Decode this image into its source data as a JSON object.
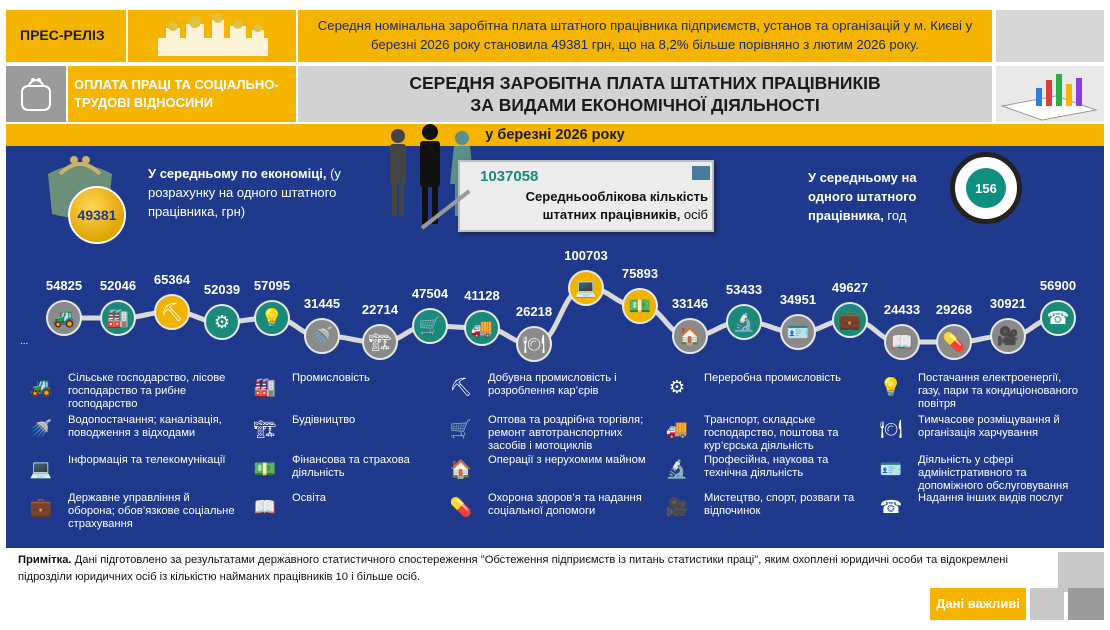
{
  "header": {
    "press_label": "ПРЕС-РЕЛІЗ",
    "message": "Середня номінальна заробітна плата штатного працівника підприємств, установ та організацій у м. Києві у березні 2026 року становила 49381 грн, що на 8,2% більше порівняно з лютим 2026 року.",
    "section": "ОПЛАТА ПРАЦІ ТА СОЦІАЛЬНО-ТРУДОВІ ВІДНОСИНИ",
    "title_line1": "СЕРЕДНЯ ЗАРОБІТНА ПЛАТА ШТАТНИХ ПРАЦІВНИКІВ",
    "title_line2": "ЗА ВИДАМИ ЕКОНОМІЧНОЇ ДІЯЛЬНОСТІ",
    "period": "у березні 2026 року"
  },
  "summary": {
    "avg_wage": "49381",
    "avg_wage_bold": "У середньому по економіці,",
    "avg_wage_text": " (у розрахунку на одного штатного працівника, грн)",
    "headcount": "1037058",
    "headcount_label": "Середньооблікова кількість штатних працівників,",
    "headcount_unit": " осіб",
    "hours": "156",
    "hours_bold": "У середньому на одного штатного працівника,",
    "hours_unit": " год"
  },
  "activities": [
    {
      "value": "54825",
      "icon": "tractor-icon",
      "glyph": "🚜",
      "style": "gray"
    },
    {
      "value": "52046",
      "icon": "factory-icon",
      "glyph": "🏭",
      "style": "teal"
    },
    {
      "value": "65364",
      "icon": "mining-cart-icon",
      "glyph": "⛏",
      "style": "gold"
    },
    {
      "value": "52039",
      "icon": "gears-icon",
      "glyph": "⚙",
      "style": "teal"
    },
    {
      "value": "57095",
      "icon": "lightbulb-icon",
      "glyph": "💡",
      "style": "teal"
    },
    {
      "value": "31445",
      "icon": "shower-icon",
      "glyph": "🚿",
      "style": "gray"
    },
    {
      "value": "22714",
      "icon": "crane-icon",
      "glyph": "🏗",
      "style": "gray"
    },
    {
      "value": "47504",
      "icon": "cart-icon",
      "glyph": "🛒",
      "style": "teal"
    },
    {
      "value": "41128",
      "icon": "truck-icon",
      "glyph": "🚚",
      "style": "teal"
    },
    {
      "value": "26218",
      "icon": "food-tray-icon",
      "glyph": "🍽",
      "style": "gray"
    },
    {
      "value": "100703",
      "icon": "computer-icon",
      "glyph": "💻",
      "style": "gold"
    },
    {
      "value": "75893",
      "icon": "money-icon",
      "glyph": "💵",
      "style": "gold"
    },
    {
      "value": "33146",
      "icon": "house-icon",
      "glyph": "🏠",
      "style": "gray"
    },
    {
      "value": "53433",
      "icon": "microscope-icon",
      "glyph": "🔬",
      "style": "teal"
    },
    {
      "value": "34951",
      "icon": "id-card-icon",
      "glyph": "🪪",
      "style": "gray"
    },
    {
      "value": "49627",
      "icon": "briefcase-icon",
      "glyph": "💼",
      "style": "teal"
    },
    {
      "value": "24433",
      "icon": "book-icon",
      "glyph": "📖",
      "style": "gray"
    },
    {
      "value": "29268",
      "icon": "pill-bottle-icon",
      "glyph": "💊",
      "style": "gray"
    },
    {
      "value": "30921",
      "icon": "film-camera-icon",
      "glyph": "🎥",
      "style": "gray"
    },
    {
      "value": "56900",
      "icon": "telephone-icon",
      "glyph": "☎",
      "style": "teal"
    }
  ],
  "legend": [
    {
      "icon": "tractor-icon",
      "glyph": "🚜",
      "text": "Сільське господарство, лісове господарство та рибне господарство"
    },
    {
      "icon": "factory-icon",
      "glyph": "🏭",
      "text": "Промисловість"
    },
    {
      "icon": "mining-cart-icon",
      "glyph": "⛏",
      "text": "Добувна промисловість і розроблення кар’єрів"
    },
    {
      "icon": "gears-icon",
      "glyph": "⚙",
      "text": "Переробна промисловість"
    },
    {
      "icon": "lightbulb-icon",
      "glyph": "💡",
      "text": "Постачання електроенергії, газу, пари та кондиціонованого повітря"
    },
    {
      "icon": "shower-icon",
      "glyph": "🚿",
      "text": "Водопостачання; каналізація, поводження з відходами"
    },
    {
      "icon": "crane-icon",
      "glyph": "🏗",
      "text": "Будівництво"
    },
    {
      "icon": "cart-icon",
      "glyph": "🛒",
      "text": "Оптова та роздрібна торгівля; ремонт автотранспортних засобів і мотоциклів"
    },
    {
      "icon": "truck-icon",
      "glyph": "🚚",
      "text": "Транспорт, складське господарство, поштова та кур’єрська діяльність"
    },
    {
      "icon": "food-tray-icon",
      "glyph": "🍽",
      "text": "Тимчасове розміщування й організація харчування"
    },
    {
      "icon": "computer-icon",
      "glyph": "💻",
      "text": "Інформація та телекомунікації"
    },
    {
      "icon": "money-icon",
      "glyph": "💵",
      "text": "Фінансова та страхова діяльність"
    },
    {
      "icon": "house-icon",
      "glyph": "🏠",
      "text": "Операції з нерухомим майном"
    },
    {
      "icon": "microscope-icon",
      "glyph": "🔬",
      "text": "Професійна, наукова та технічна діяльність"
    },
    {
      "icon": "id-card-icon",
      "glyph": "🪪",
      "text": "Діяльність у сфері адміністративного та допоміжного обслуговування"
    },
    {
      "icon": "briefcase-icon",
      "glyph": "💼",
      "text": "Державне управління й оборона; обов’язкове соціальне страхування"
    },
    {
      "icon": "book-icon",
      "glyph": "📖",
      "text": "Освіта"
    },
    {
      "icon": "pill-bottle-icon",
      "glyph": "💊",
      "text": "Охорона здоров’я та надання соціальної допомоги"
    },
    {
      "icon": "film-camera-icon",
      "glyph": "🎥",
      "text": "Мистецтво, спорт, розваги та відпочинок"
    },
    {
      "icon": "telephone-icon",
      "glyph": "☎",
      "text": "Надання інших видів послуг"
    }
  ],
  "note": {
    "label": "Примітка.",
    "text": " Дані підготовлено за результатами державного статистичного спостереження \"Обстеження підприємств із питань статистики праці\", яким охоплені юридичні особи та відокремлені підрозділи юридичних осіб із кількістю найманих працівників 10 і більше осіб."
  },
  "footer": {
    "button": "Дані важливі"
  },
  "colors": {
    "accent": "#f4b400",
    "panel": "#1f3a8c",
    "teal": "#1a8a7a"
  }
}
